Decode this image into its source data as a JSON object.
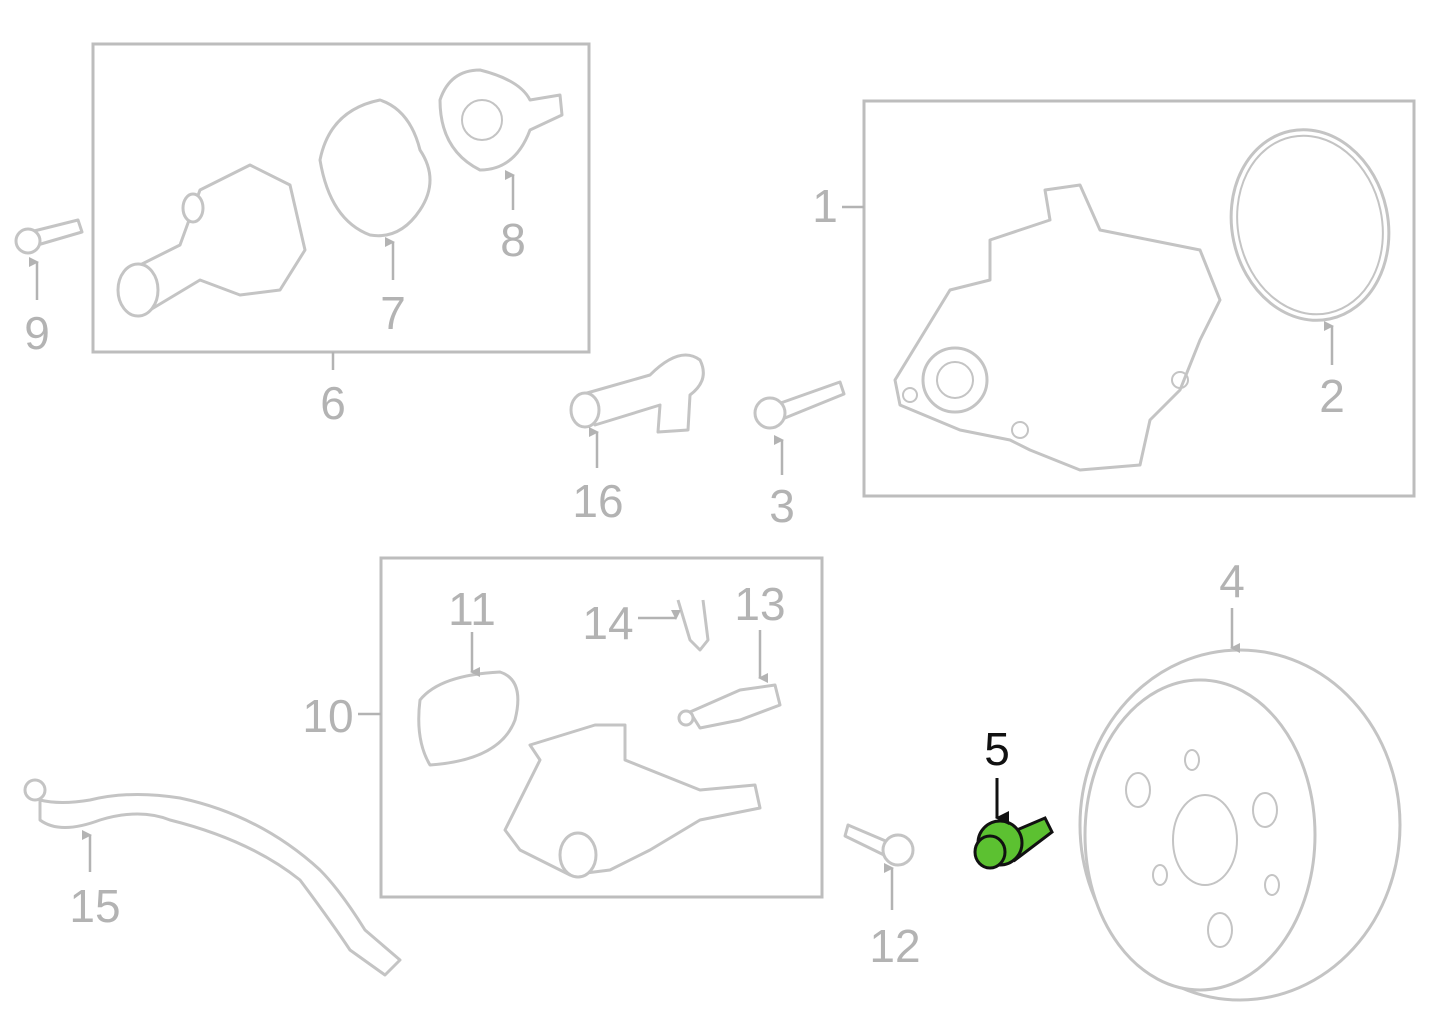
{
  "diagram": {
    "labels": [
      "1",
      "2",
      "3",
      "4",
      "5",
      "6",
      "7",
      "8",
      "9",
      "10",
      "11",
      "12",
      "13",
      "14",
      "15",
      "16"
    ],
    "highlighted_part": "5",
    "highlight_color": "#5cc131",
    "line_color": "#c4c4c4"
  }
}
